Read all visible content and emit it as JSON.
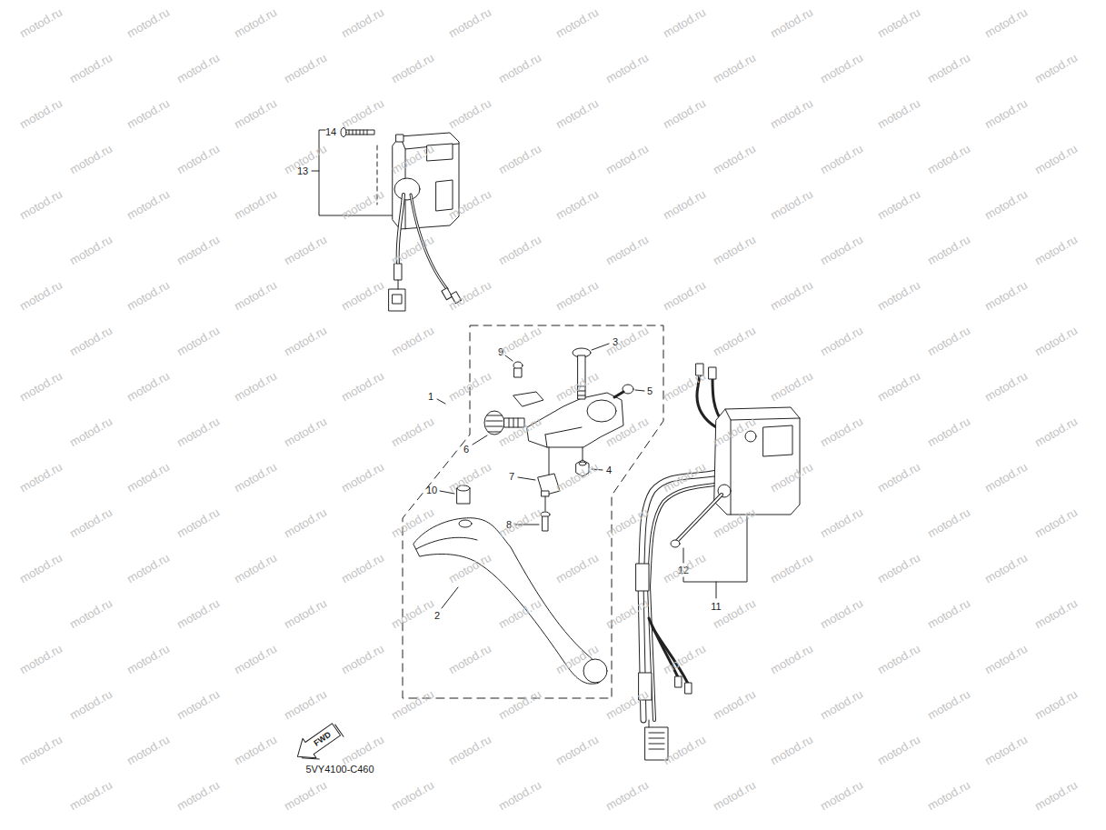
{
  "diagram": {
    "labels": [
      "14",
      "13",
      "9",
      "3",
      "1",
      "5",
      "6",
      "4",
      "7",
      "10",
      "8",
      "12",
      "2",
      "11",
      "FWD",
      "5VY4100-C460",
      "motod.ru",
      "motod.ru",
      "motod.ru",
      "motod.ru",
      "motod.ru",
      "motod.ru",
      "motod.ru",
      "motod.ru",
      "motod.ru",
      "motod.ru",
      "motod.ru",
      "motod.ru",
      "motod.ru",
      "motod.ru",
      "motod.ru",
      "motod.ru",
      "motod.ru",
      "motod.ru",
      "motod.ru",
      "motod.ru",
      "motod.ru",
      "motod.ru",
      "motod.ru",
      "motod.ru",
      "motod.ru",
      "motod.ru",
      "motod.ru",
      "motod.ru",
      "motod.ru",
      "motod.ru",
      "motod.ru",
      "motod.ru",
      "motod.ru",
      "motod.ru",
      "motod.ru",
      "motod.ru",
      "motod.ru",
      "motod.ru",
      "motod.ru",
      "motod.ru",
      "motod.ru",
      "motod.ru",
      "motod.ru",
      "motod.ru",
      "motod.ru",
      "motod.ru",
      "motod.ru",
      "motod.ru",
      "motod.ru",
      "motod.ru",
      "motod.ru",
      "motod.ru",
      "motod.ru",
      "motod.ru",
      "motod.ru",
      "motod.ru",
      "motod.ru",
      "motod.ru",
      "motod.ru",
      "motod.ru",
      "motod.ru",
      "motod.ru",
      "motod.ru",
      "motod.ru",
      "motod.ru",
      "motod.ru",
      "motod.ru",
      "motod.ru",
      "motod.ru",
      "motod.ru",
      "motod.ru",
      "motod.ru",
      "motod.ru",
      "motod.ru",
      "motod.ru",
      "motod.ru",
      "motod.ru",
      "motod.ru",
      "motod.ru",
      "motod.ru",
      "motod.ru",
      "motod.ru",
      "motod.ru",
      "motod.ru",
      "motod.ru",
      "motod.ru",
      "motod.ru",
      "motod.ru",
      "motod.ru",
      "motod.ru",
      "motod.ru",
      "motod.ru",
      "motod.ru",
      "motod.ru",
      "motod.ru",
      "motod.ru",
      "motod.ru",
      "motod.ru",
      "motod.ru",
      "motod.ru",
      "motod.ru",
      "motod.ru",
      "motod.ru",
      "motod.ru",
      "motod.ru",
      "motod.ru",
      "motod.ru",
      "motod.ru",
      "motod.ru",
      "motod.ru",
      "motod.ru",
      "motod.ru",
      "motod.ru",
      "motod.ru",
      "motod.ru",
      "motod.ru",
      "motod.ru",
      "motod.ru",
      "motod.ru",
      "motod.ru",
      "motod.ru",
      "motod.ru",
      "motod.ru",
      "motod.ru",
      "motod.ru",
      "motod.ru",
      "motod.ru",
      "motod.ru",
      "motod.ru",
      "motod.ru",
      "motod.ru",
      "motod.ru",
      "motod.ru",
      "motod.ru",
      "motod.ru",
      "motod.ru",
      "motod.ru",
      "motod.ru",
      "motod.ru",
      "motod.ru",
      "motod.ru",
      "motod.ru",
      "motod.ru",
      "motod.ru",
      "motod.ru",
      "motod.ru",
      "motod.ru",
      "motod.ru",
      "motod.ru",
      "motod.ru",
      "motod.ru",
      "motod.ru",
      "motod.ru",
      "motod.ru",
      "motod.ru",
      "motod.ru",
      "motod.ru",
      "motod.ru",
      "motod.ru",
      "motod.ru",
      "motod.ru",
      "motod.ru",
      "motod.ru",
      "motod.ru",
      "motod.ru",
      "motod.ru",
      "motod.ru",
      "motod.ru",
      "motod.ru",
      "motod.ru",
      "motod.ru",
      "motod.ru",
      "motod.ru",
      "motod.ru",
      "motod.ru",
      "motod.ru",
      "motod.ru",
      "motod.ru",
      "motod.ru",
      "motod.ru"
    ]
  }
}
